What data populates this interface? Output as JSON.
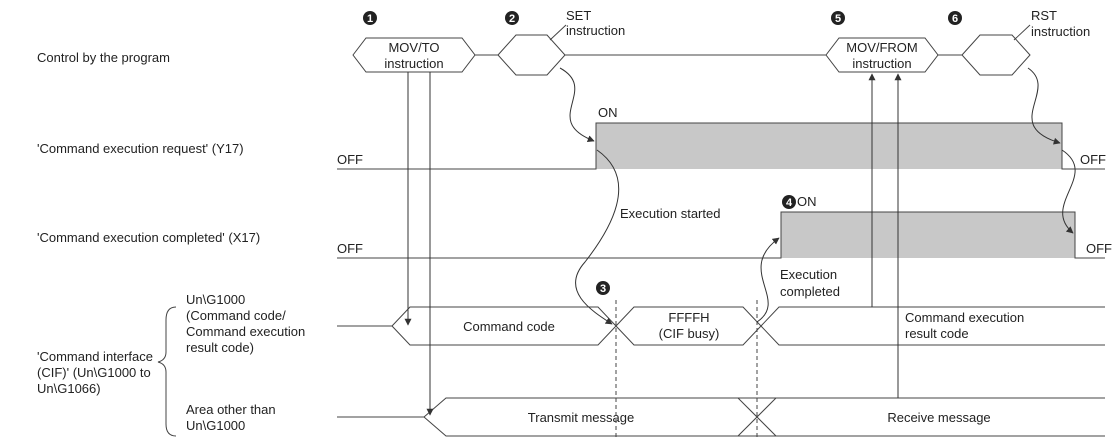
{
  "rows": {
    "program": "Control by the program",
    "y17": "'Command execution request' (Y17)",
    "x17": "'Command execution completed' (X17)",
    "cif": "'Command interface\n(CIF)' (Un\\G1000 to\nUn\\G1066)",
    "g1000": "Un\\G1000\n(Command code/\nCommand execution\nresult code)",
    "other_area": "Area other than\nUn\\G1000"
  },
  "markers": [
    "1",
    "2",
    "3",
    "4",
    "5",
    "6"
  ],
  "instructions": {
    "mov_to": [
      "MOV/TO",
      "instruction"
    ],
    "set": [
      "SET",
      "instruction"
    ],
    "mov_from": [
      "MOV/FROM",
      "instruction"
    ],
    "rst": [
      "RST",
      "instruction"
    ]
  },
  "signals": {
    "on": "ON",
    "off": "OFF"
  },
  "notes": {
    "execution_started": "Execution started",
    "execution_completed": [
      "Execution",
      "completed"
    ]
  },
  "bus": {
    "command_code": "Command code",
    "busy": [
      "FFFFH",
      "(CIF busy)"
    ],
    "result_code": [
      "Command execution",
      "result code"
    ],
    "transmit": "Transmit message",
    "receive": "Receive message"
  },
  "colors": {
    "signal_fill": "#c8c8c8",
    "line": "#444444",
    "marker": "#222222"
  }
}
